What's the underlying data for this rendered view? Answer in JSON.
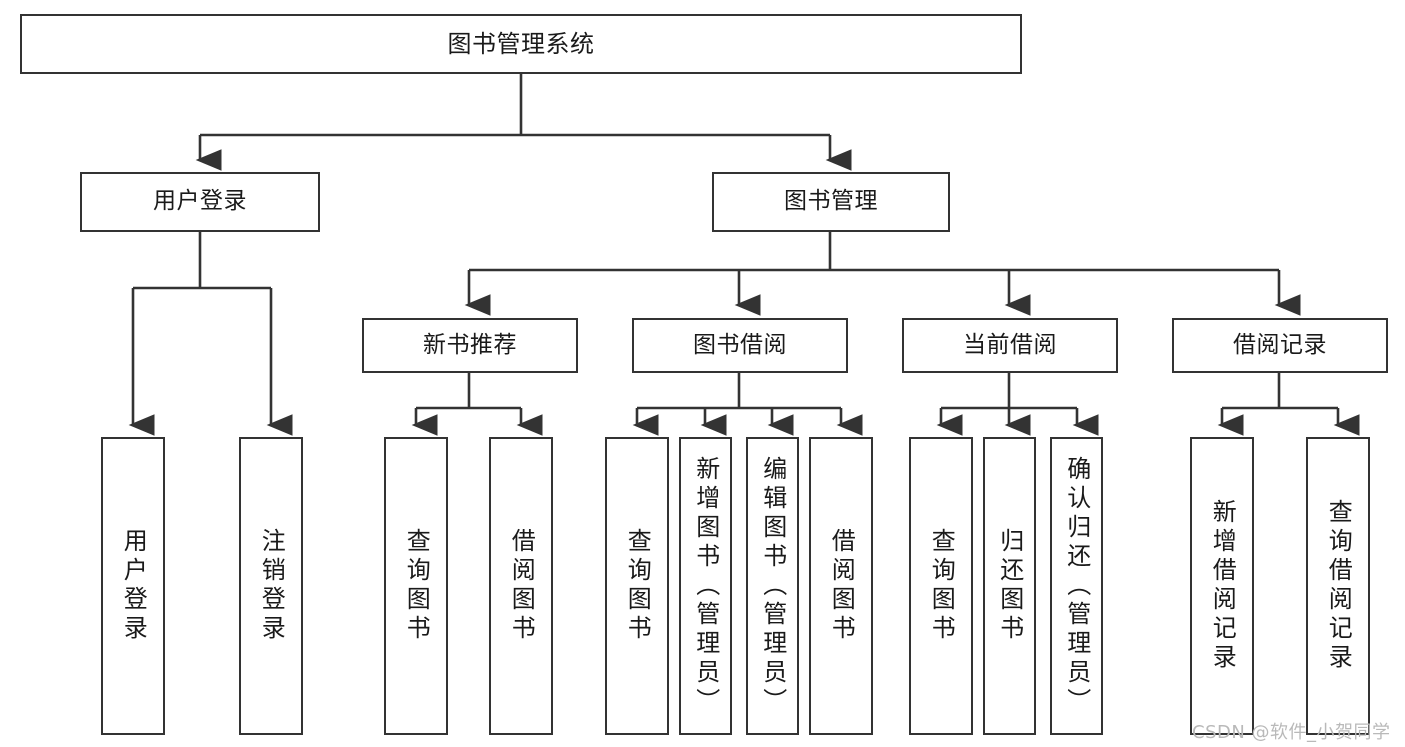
{
  "diagram": {
    "title": "图书管理系统",
    "type": "functional-structure-tree",
    "stroke_color": "#333333",
    "fill_color": "#ffffff",
    "text_color": "#1a1a1a"
  },
  "root": {
    "label": "图书管理系统"
  },
  "level2": [
    {
      "label": "用户登录"
    },
    {
      "label": "图书管理"
    }
  ],
  "level3": [
    {
      "label": "新书推荐"
    },
    {
      "label": "图书借阅"
    },
    {
      "label": "当前借阅"
    },
    {
      "label": "借阅记录"
    }
  ],
  "leaves": {
    "user_login": [
      {
        "label": "用户登录"
      },
      {
        "label": "注销登录"
      }
    ],
    "new_book_recommend": [
      {
        "label": "查询图书"
      },
      {
        "label": "借阅图书"
      }
    ],
    "book_borrow": [
      {
        "label": "查询图书"
      },
      {
        "label": "新增图书（管理员）"
      },
      {
        "label": "编辑图书（管理员）"
      },
      {
        "label": "借阅图书"
      }
    ],
    "current_borrow": [
      {
        "label": "查询图书"
      },
      {
        "label": "归还图书"
      },
      {
        "label": "确认归还（管理员）"
      }
    ],
    "borrow_record": [
      {
        "label": "新增借阅记录"
      },
      {
        "label": "查询借阅记录"
      }
    ]
  },
  "watermark": {
    "text": "CSDN @软件_小贺同学",
    "color": "#b9b9b9"
  }
}
